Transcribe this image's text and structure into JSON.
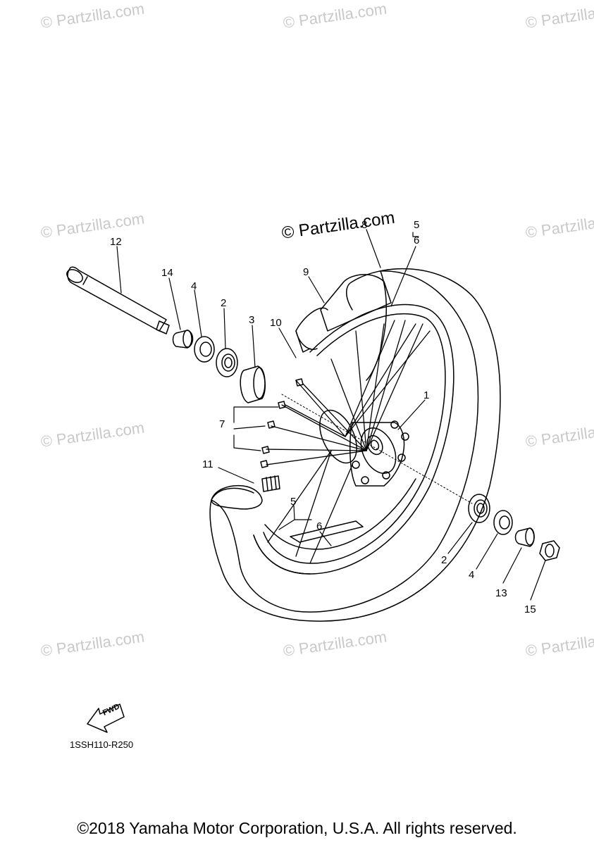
{
  "watermark": "© Partzilla.com",
  "callouts": {
    "c1": "1",
    "c2a": "2",
    "c2b": "2",
    "c3": "3",
    "c4a": "4",
    "c4b": "4",
    "c5a": "5",
    "c5b": "5",
    "c6a": "6",
    "c6b": "6",
    "c7": "7",
    "c8": "8",
    "c9": "9",
    "c10": "10",
    "c11": "11",
    "c12": "12",
    "c13": "13",
    "c14": "14",
    "c15": "15"
  },
  "fwd_label": "FWD",
  "diagram_code": "1SSH110-R250",
  "copyright": "©2018 Yamaha Motor Corporation, U.S.A. All rights reserved."
}
